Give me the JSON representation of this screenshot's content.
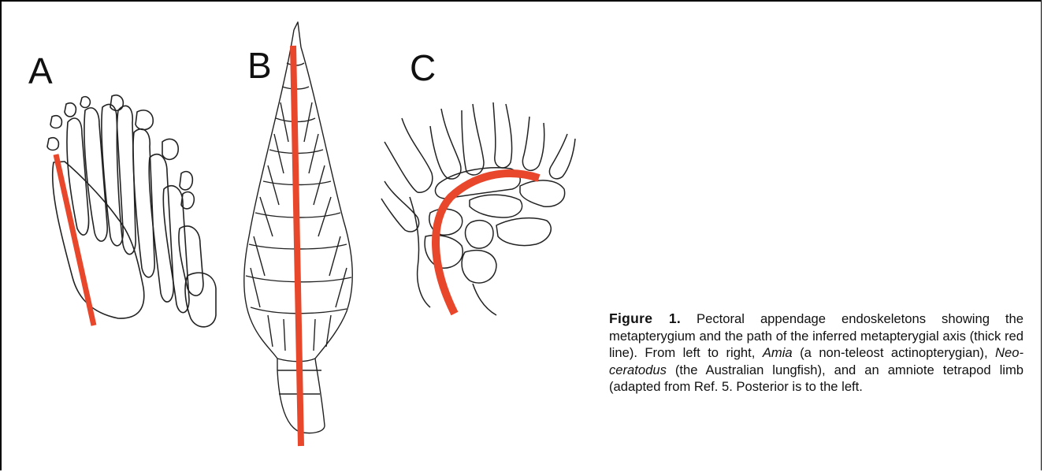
{
  "figure": {
    "panels": [
      {
        "label": "A"
      },
      {
        "label": "B"
      },
      {
        "label": "C"
      }
    ],
    "axis_color": "#e8472c",
    "caption": {
      "figure_label": "Figure 1.",
      "text_1": " Pectoral appendage endoskeletons showing the metapterygium and the path of the inferred metapterygial axis (thick red line). From left to right, ",
      "taxon_1": "Amia",
      "text_2": " (a non-teleost actinopterygian), ",
      "taxon_2": "Neo-ceratodus",
      "text_3": " (the Australian lungfish), and an amniote tetrapod limb (adapted from Ref. 5. Posterior is to the left."
    }
  }
}
